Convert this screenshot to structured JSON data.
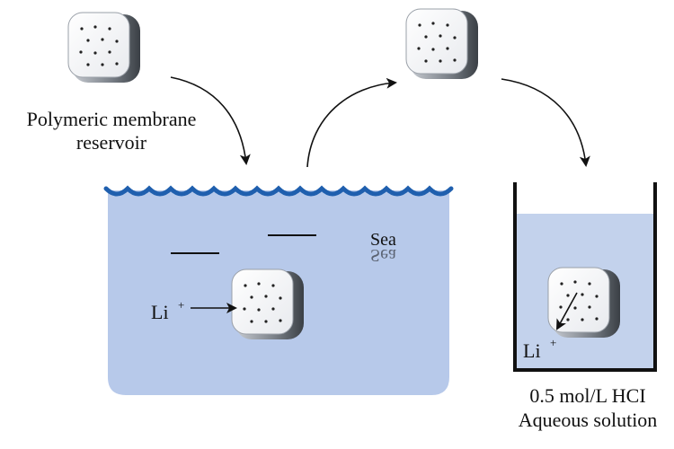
{
  "labels": {
    "reservoir_line1": "Polymeric membrane",
    "reservoir_line2": "reservoir",
    "sea": "Sea",
    "sea_reflection": "Sea",
    "li_sea": "Li",
    "li_sea_charge": "+",
    "li_beaker": "Li",
    "li_beaker_charge": "+",
    "solution_line1": "0.5 mol/L HCI",
    "solution_line2": "Aqueous solution"
  },
  "colors": {
    "water": "#b7c9ea",
    "beaker_liquid": "#c3d2ec",
    "wave": "#1f5fae",
    "ink": "#111111"
  },
  "icons": [
    "membrane-reservoir-icon",
    "curved-arrow-icon",
    "wave-icon"
  ]
}
